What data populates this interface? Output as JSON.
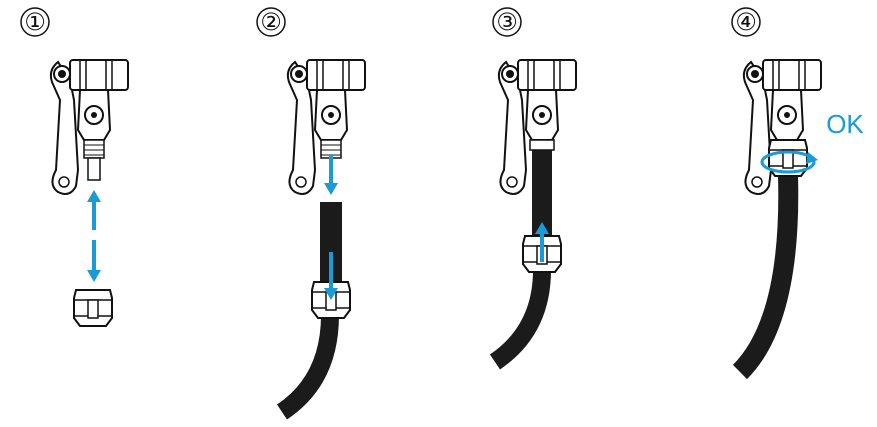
{
  "steps": [
    {
      "number": "①"
    },
    {
      "number": "②"
    },
    {
      "number": "③"
    },
    {
      "number": "④",
      "status_label": "OK"
    }
  ],
  "colors": {
    "accent": "#1a9ad6",
    "hose": "#1b1b1b",
    "outline": "#111111"
  },
  "icons": [
    "pump-head-icon",
    "arrow-up-icon",
    "arrow-down-icon",
    "hose-icon",
    "collar-icon",
    "rotate-icon"
  ]
}
